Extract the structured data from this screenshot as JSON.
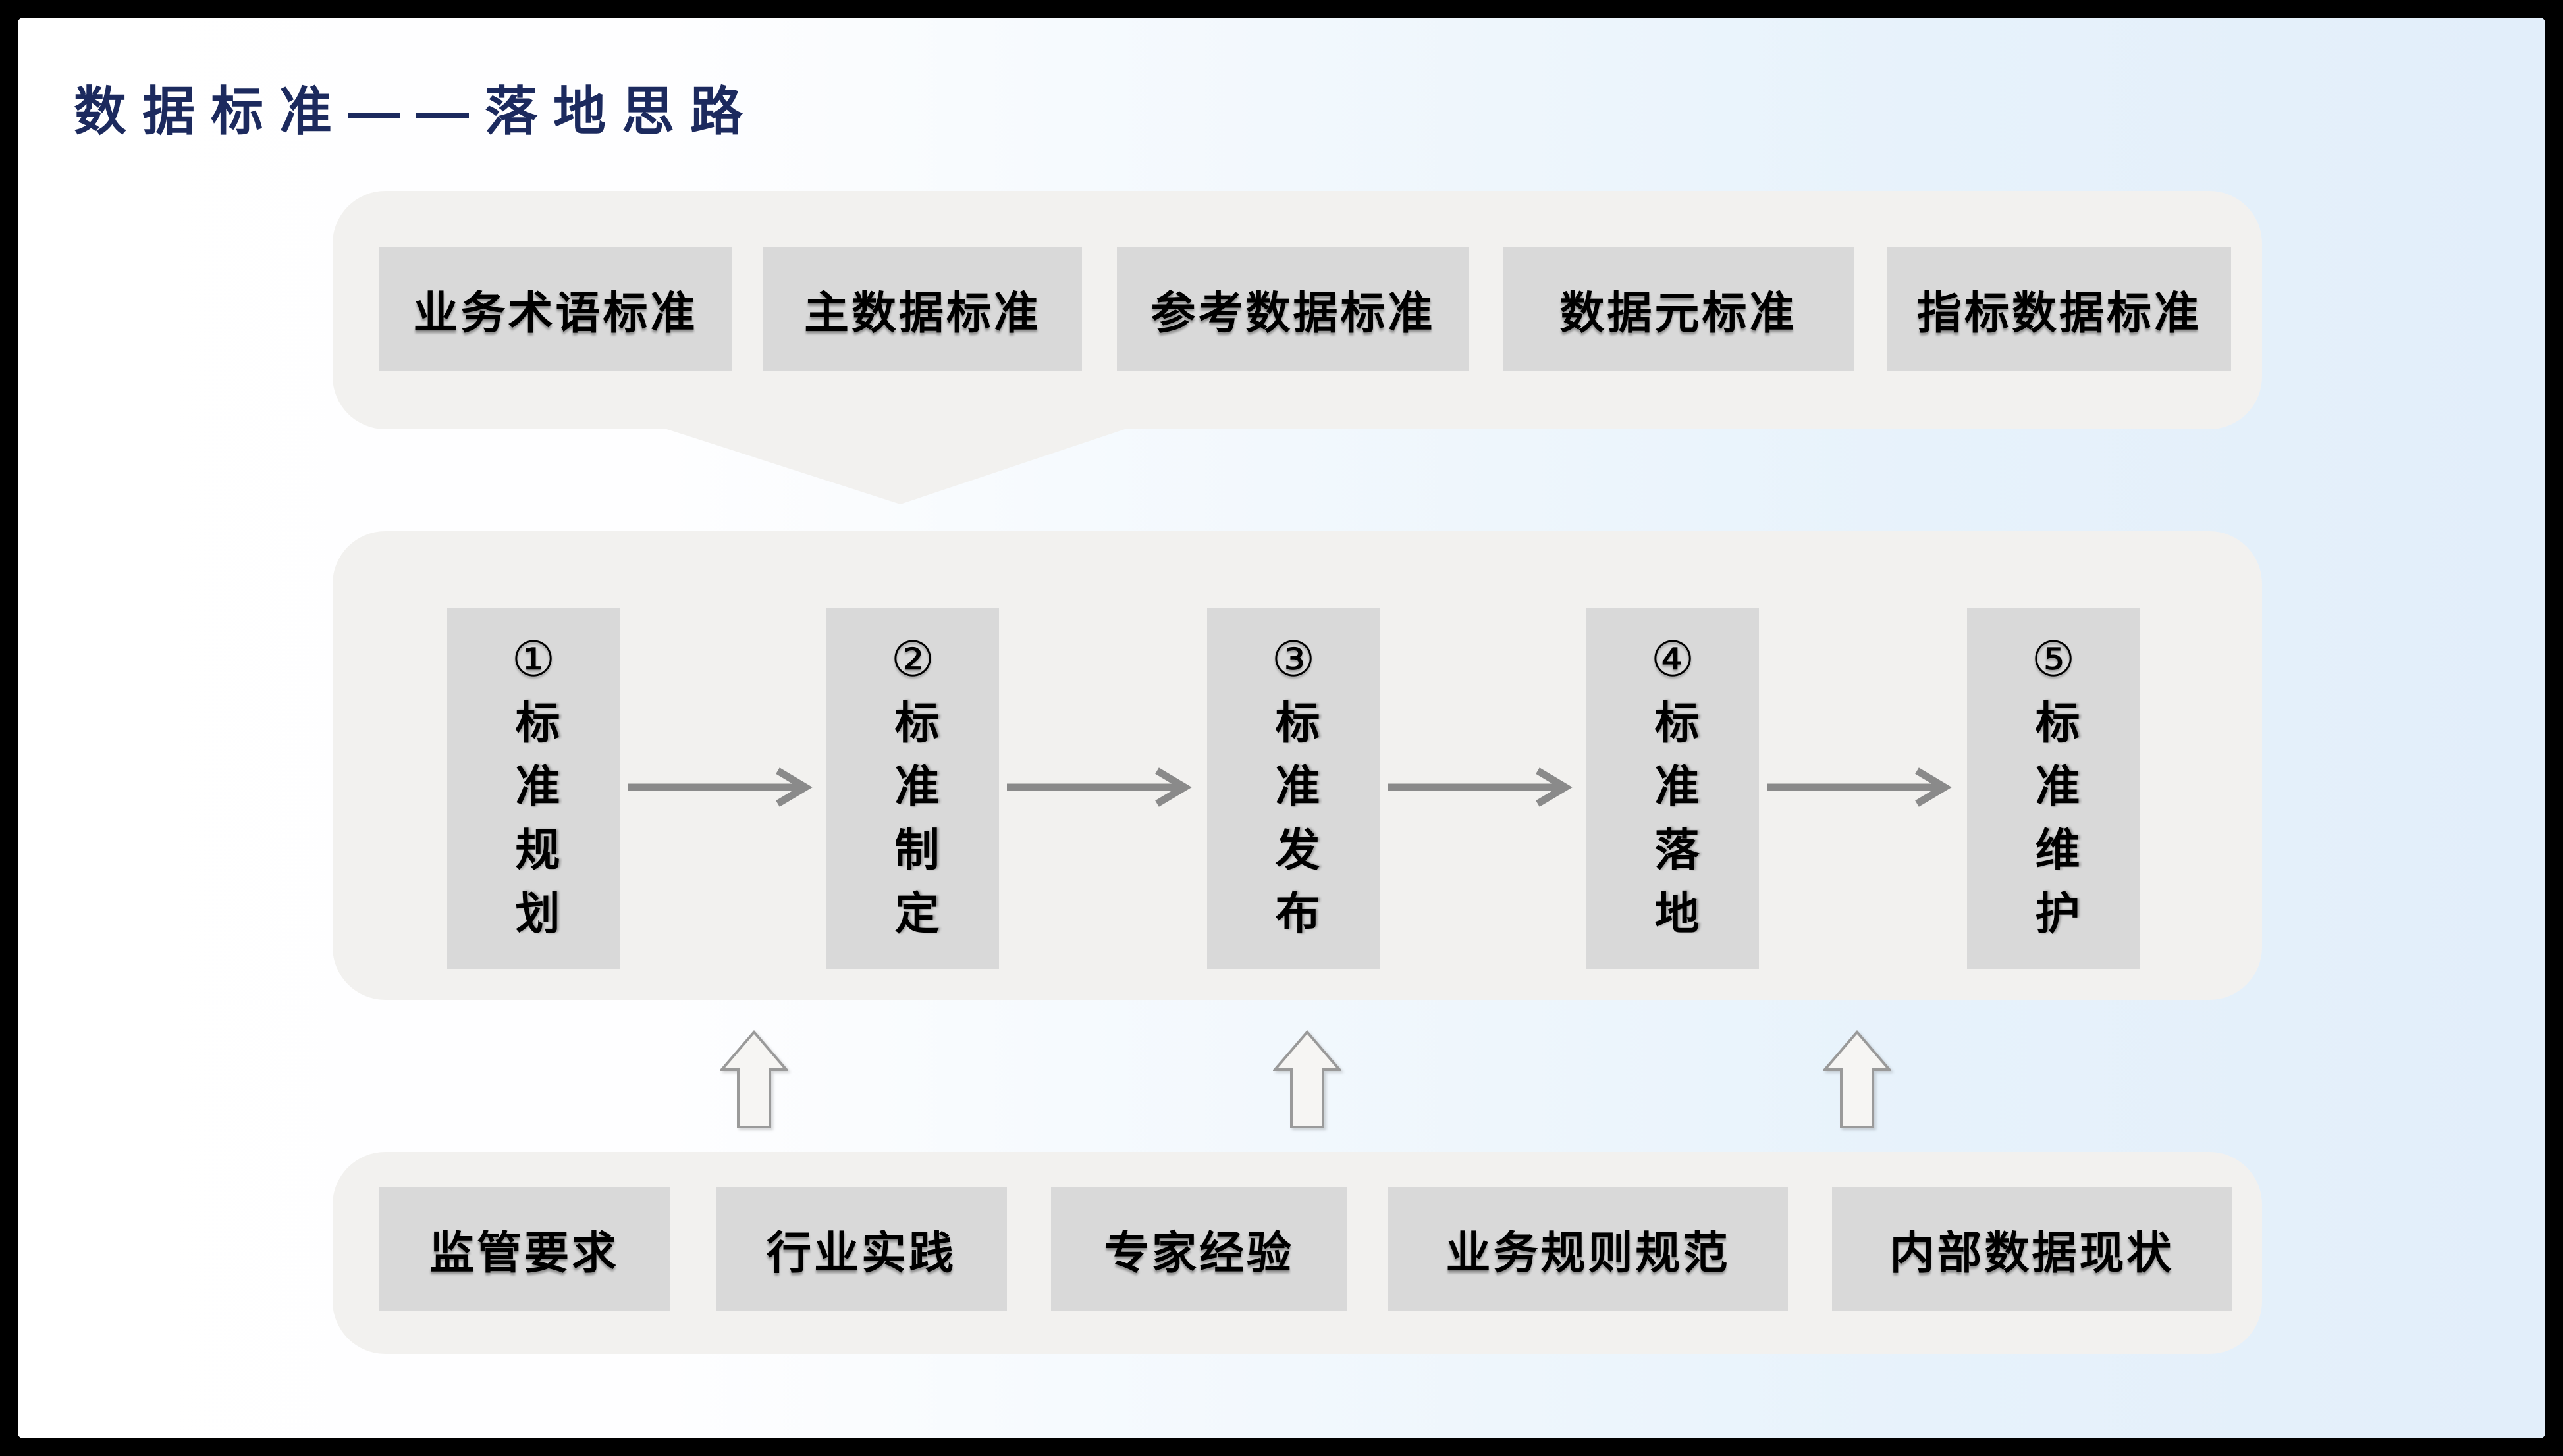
{
  "title": "数据标准——落地思路",
  "top_row": {
    "items": [
      {
        "label": "业务术语标准"
      },
      {
        "label": "主数据标准"
      },
      {
        "label": "参考数据标准"
      },
      {
        "label": "数据元标准"
      },
      {
        "label": "指标数据标准"
      }
    ]
  },
  "process": {
    "items": [
      {
        "number": "①",
        "label": "标准规划"
      },
      {
        "number": "②",
        "label": "标准制定"
      },
      {
        "number": "③",
        "label": "标准发布"
      },
      {
        "number": "④",
        "label": "标准落地"
      },
      {
        "number": "⑤",
        "label": "标准维护"
      }
    ]
  },
  "inputs": {
    "items": [
      {
        "label": "监管要求"
      },
      {
        "label": "行业实践"
      },
      {
        "label": "专家经验"
      },
      {
        "label": "业务规则规范"
      },
      {
        "label": "内部数据现状"
      }
    ]
  },
  "icons": {
    "flow_arrow": "right-arrow-icon",
    "input_arrow": "up-arrow-icon"
  },
  "colors": {
    "title": "#1c2a5e",
    "panel": "#f2f1ef",
    "box": "#d9d9d9",
    "arrow": "#8a8a8a",
    "up_arrow_fill": "#f6f5f3",
    "up_arrow_stroke": "#9a9a9a",
    "background_tint": "#e2eefa",
    "frame": "#000000"
  }
}
